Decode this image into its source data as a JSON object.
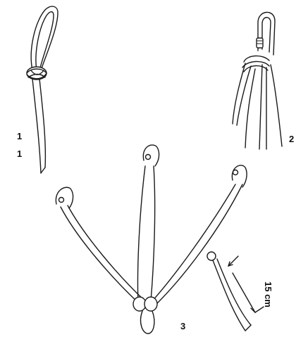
{
  "figure": {
    "panel1": {
      "label_a": "1",
      "label_b": "1"
    },
    "panel2": {
      "label": "2"
    },
    "panel3": {
      "label": "3",
      "measure": "15 cm"
    }
  }
}
